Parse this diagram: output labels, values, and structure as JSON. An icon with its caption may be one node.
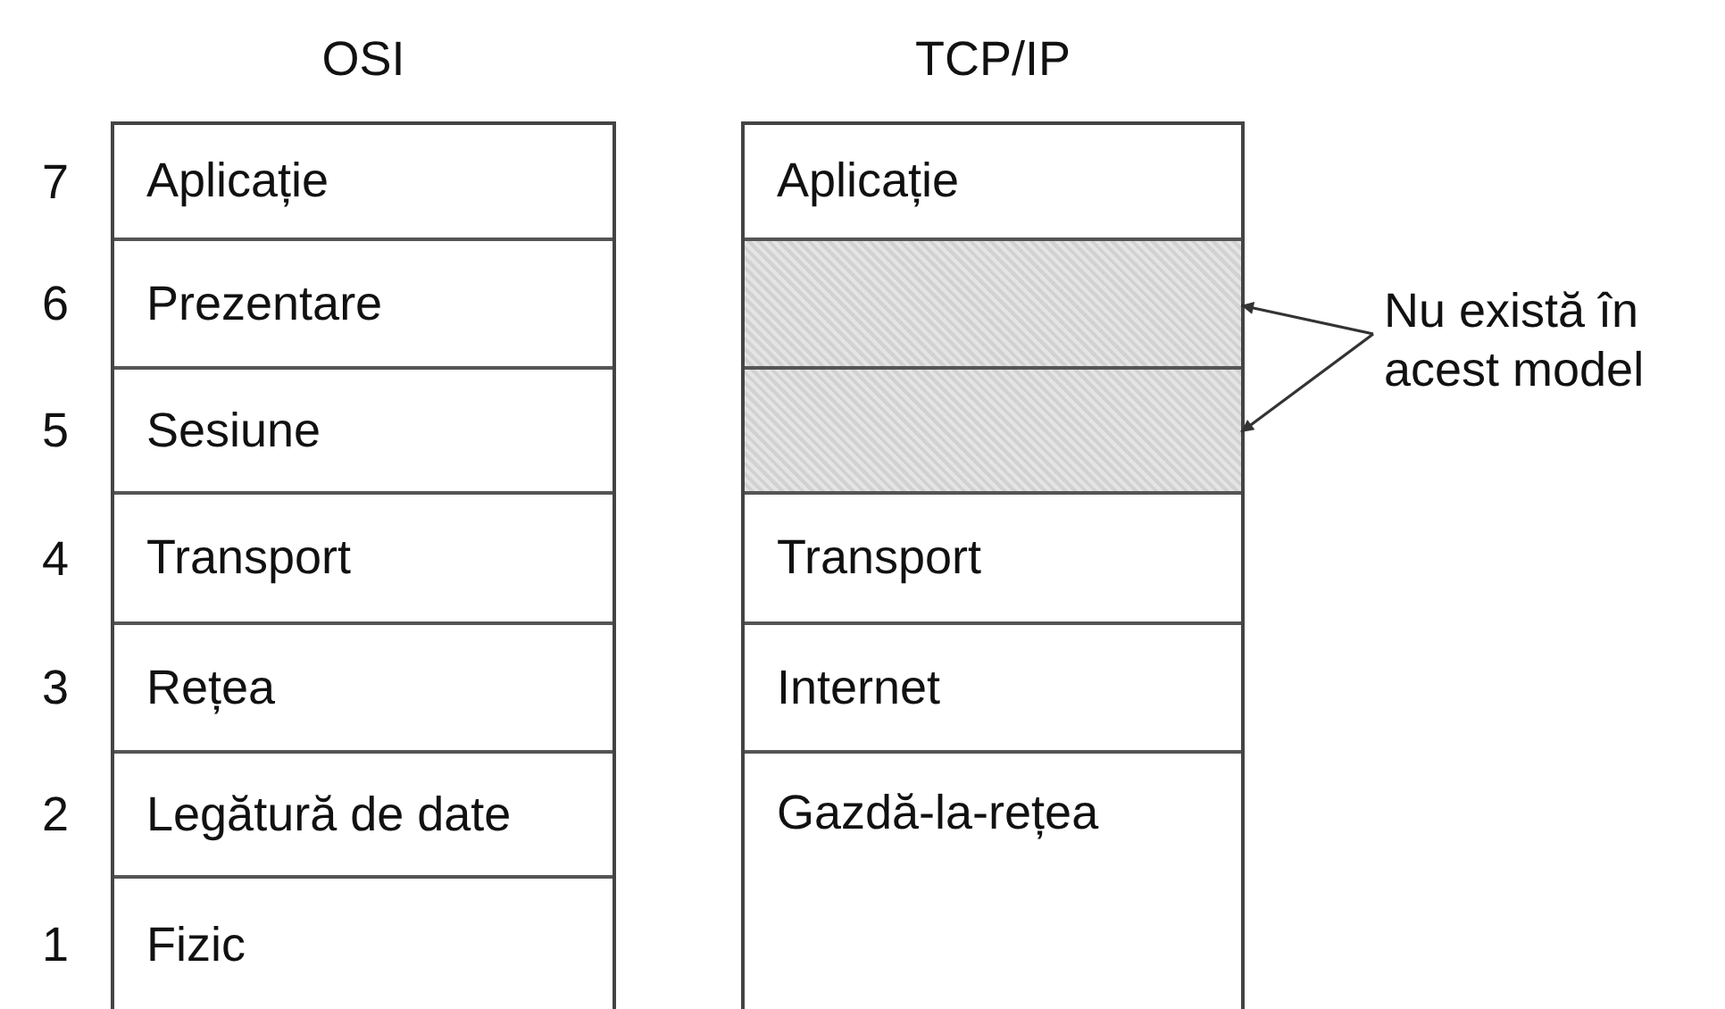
{
  "diagram": {
    "nodes": [
      {
        "text": [
          "OSI"
        ]
      },
      {
        "text": [
          "Aplicație"
        ],
        "in": 0,
        "beside": [
          "7"
        ]
      },
      {
        "text": [
          "Prezentare"
        ],
        "in": 0,
        "beside": [
          "6"
        ]
      },
      {
        "text": [
          "Sesiune"
        ],
        "in": 0,
        "beside": [
          "5"
        ]
      },
      {
        "text": [
          "Transport"
        ],
        "in": 0,
        "beside": [
          "4"
        ]
      },
      {
        "text": [
          "Rețea"
        ],
        "in": 0,
        "beside": [
          "3"
        ]
      },
      {
        "text": [
          "Legătură de date"
        ],
        "in": 0,
        "beside": [
          "2"
        ]
      },
      {
        "text": [
          "Fizic"
        ],
        "in": 0,
        "beside": [
          "1"
        ]
      },
      {
        "text": [
          "TCP/IP"
        ]
      },
      {
        "text": [
          "Aplicație"
        ],
        "in": 8
      },
      {
        "text": [],
        "shape": "box",
        "in": 8
      },
      {
        "text": [],
        "shape": "box",
        "in": 8
      },
      {
        "text": [
          "Transport"
        ],
        "in": 8
      },
      {
        "text": [
          "Internet"
        ],
        "in": 8
      },
      {
        "text": [
          "Gazdă-la-rețea"
        ],
        "in": 8
      },
      {
        "text": [
          "Nu există în acest model"
        ]
      }
    ],
    "edges": [
      {
        "from": 15,
        "to": 10,
        "arrow": "to"
      },
      {
        "from": 15,
        "to": 11,
        "arrow": "to"
      }
    ]
  }
}
